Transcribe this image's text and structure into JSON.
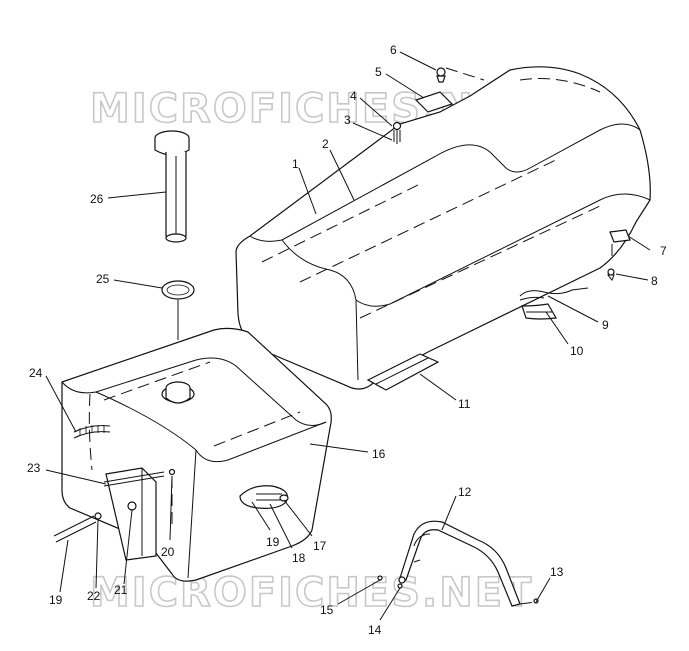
{
  "watermark": {
    "text": "MICROFICHES.NET"
  },
  "callouts": {
    "c1": "1",
    "c2": "2",
    "c3": "3",
    "c4": "4",
    "c5": "5",
    "c6": "6",
    "c7": "7",
    "c8": "8",
    "c9": "9",
    "c10": "10",
    "c11": "11",
    "c12": "12",
    "c13": "13",
    "c14": "14",
    "c15": "15",
    "c16": "16",
    "c17": "17",
    "c18": "18",
    "c19a": "19",
    "c19b": "19",
    "c20": "20",
    "c21": "21",
    "c22": "22",
    "c23": "23",
    "c24": "24",
    "c25": "25",
    "c26": "26"
  }
}
